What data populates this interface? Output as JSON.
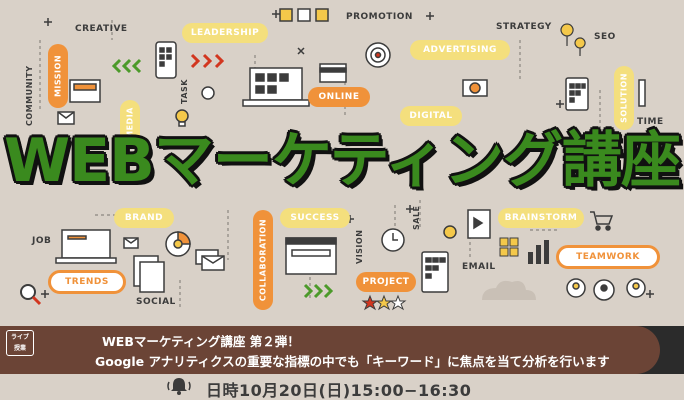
{
  "keywords": {
    "creative": "CREATIVE",
    "promotion": "PROMOTION",
    "strategy": "STRATEGY",
    "seo": "SEO",
    "task": "TASK",
    "community": "COMMUNITY",
    "time": "TIME",
    "job": "JOB",
    "social": "SOCIAL",
    "vision": "VISION",
    "sale": "SALE",
    "email": "EMAIL"
  },
  "pills": {
    "leadership": "LEADERSHIP",
    "advertising": "ADVERTISING",
    "online": "ONLINE",
    "digital": "DIGITAL",
    "mission": "MISSION",
    "media": "MEDIA",
    "solution": "SOLUTION",
    "brand": "BRAND",
    "success": "SUCCESS",
    "brainstorm": "BRAINSTORM",
    "teamwork": "TEAMWORK",
    "trends": "TRENDS",
    "project": "PROJECT",
    "collaboration": "COLLABORATION"
  },
  "headline": "WEBマーケティング講座",
  "banner": {
    "live_tag_top": "ライブ",
    "live_tag_bottom": "授業",
    "line1": "WEBマーケティング講座 第２弾！",
    "line2": "Google アナリティクスの重要な指標の中でも「キーワード」に焦点を当て分析を行います"
  },
  "schedule": {
    "datetime": "日時10月20日(日)15:00−16:30"
  },
  "icons": {
    "bell": "bell-icon"
  },
  "colors": {
    "background": "#d9d1c8",
    "headline_green": "#3a8a1e",
    "banner_brown": "#6b4436",
    "orange": "#f0923a",
    "yellow": "#f4df7d"
  }
}
